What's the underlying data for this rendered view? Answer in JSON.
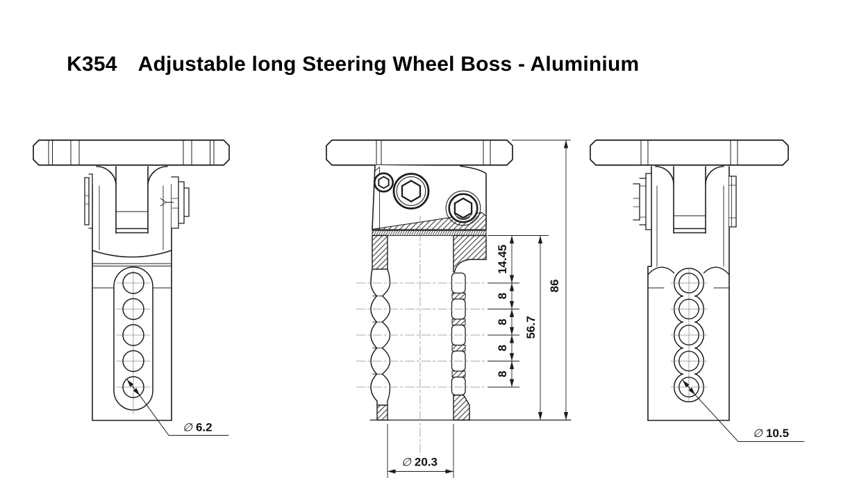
{
  "title": {
    "code": "K354",
    "name": "Adjustable long Steering Wheel Boss - Aluminium"
  },
  "drawing": {
    "dimensions": {
      "front_hole": {
        "symbol": "∅",
        "value": "6.2"
      },
      "bore": {
        "symbol": "∅",
        "value": "20.3"
      },
      "side_hole": {
        "symbol": "∅",
        "value": "10.5"
      },
      "first_pitch": "14.45",
      "pitch": [
        "8",
        "8",
        "8",
        "8"
      ],
      "adjustment_length": "56.7",
      "overall_length": "86"
    },
    "colors": {
      "line": "#1c1c1c",
      "centerline": "#8f8f8f",
      "background": "#ffffff"
    }
  }
}
